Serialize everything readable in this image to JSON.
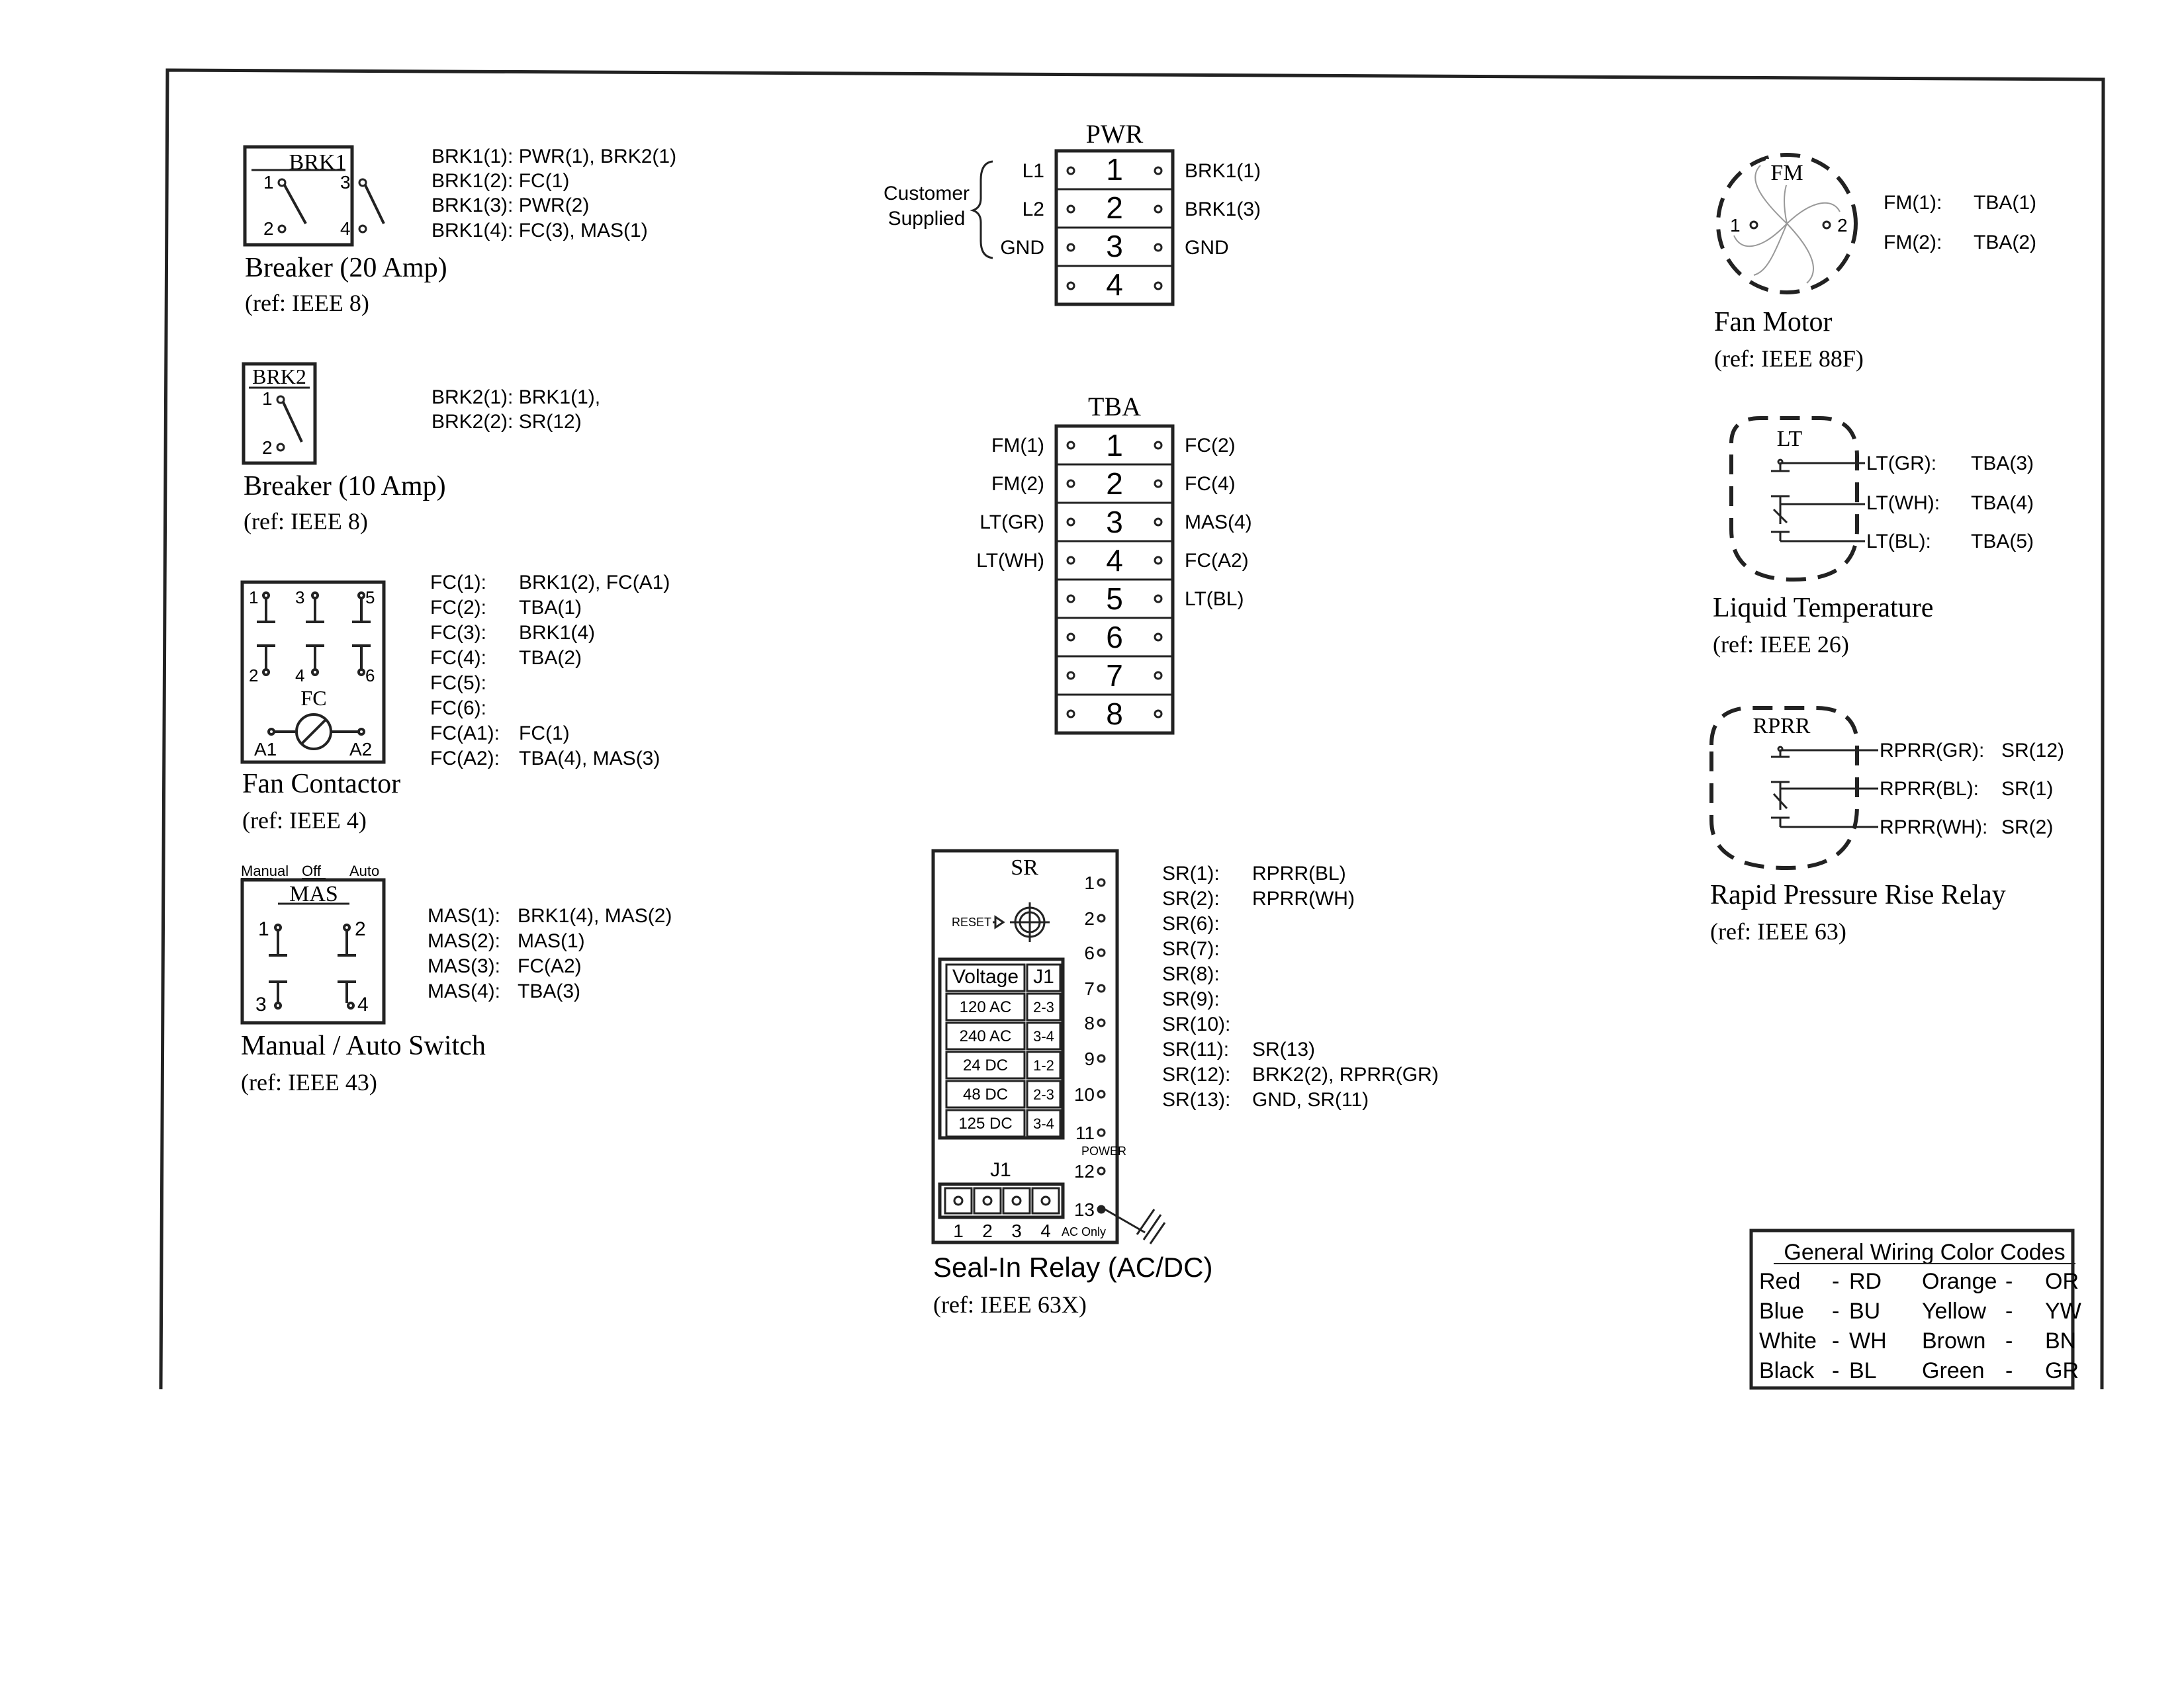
{
  "breaker20": {
    "tag": "BRK1",
    "terminals": [
      "1",
      "3",
      "2",
      "4"
    ],
    "title": "Breaker (20 Amp)",
    "ref": "(ref: IEEE 8)",
    "wiring": [
      "BRK1(1): PWR(1), BRK2(1)",
      "BRK1(2): FC(1)",
      "BRK1(3): PWR(2)",
      "BRK1(4): FC(3), MAS(1)"
    ]
  },
  "breaker10": {
    "tag": "BRK2",
    "terminals": [
      "1",
      "2"
    ],
    "title": "Breaker (10 Amp)",
    "ref": "(ref: IEEE 8)",
    "wiring": [
      "BRK2(1): BRK1(1),",
      "BRK2(2): SR(12)"
    ]
  },
  "fan_contactor": {
    "tag": "FC",
    "terminals": [
      "1",
      "3",
      "5",
      "2",
      "4",
      "6",
      "A1",
      "A2"
    ],
    "title": "Fan Contactor",
    "ref": "(ref: IEEE 4)",
    "wiring": [
      {
        "pin": "FC(1):",
        "to": "BRK1(2), FC(A1)"
      },
      {
        "pin": "FC(2):",
        "to": "TBA(1)"
      },
      {
        "pin": "FC(3):",
        "to": "BRK1(4)"
      },
      {
        "pin": "FC(4):",
        "to": "TBA(2)"
      },
      {
        "pin": "FC(5):",
        "to": ""
      },
      {
        "pin": "FC(6):",
        "to": ""
      },
      {
        "pin": "FC(A1):",
        "to": "FC(1)"
      },
      {
        "pin": "FC(A2):",
        "to": "TBA(4), MAS(3)"
      }
    ]
  },
  "mas": {
    "tag": "MAS",
    "positions": [
      "Manual",
      "Off",
      "Auto"
    ],
    "terminals": [
      "1",
      "2",
      "3",
      "4"
    ],
    "title": "Manual / Auto Switch",
    "ref": "(ref: IEEE 43)",
    "wiring": [
      {
        "pin": "MAS(1):",
        "to": "BRK1(4), MAS(2)"
      },
      {
        "pin": "MAS(2):",
        "to": "MAS(1)"
      },
      {
        "pin": "MAS(3):",
        "to": "FC(A2)"
      },
      {
        "pin": "MAS(4):",
        "to": "TBA(3)"
      }
    ]
  },
  "pwr": {
    "tag": "PWR",
    "supply_label": [
      "Customer",
      "Supplied"
    ],
    "terminals": [
      "1",
      "2",
      "3",
      "4"
    ],
    "left": [
      "L1",
      "L2",
      "GND",
      ""
    ],
    "right": [
      "BRK1(1)",
      "BRK1(3)",
      "GND",
      ""
    ]
  },
  "tba": {
    "tag": "TBA",
    "terminals": [
      "1",
      "2",
      "3",
      "4",
      "5",
      "6",
      "7",
      "8"
    ],
    "left": [
      "FM(1)",
      "FM(2)",
      "LT(GR)",
      "LT(WH)",
      "",
      "",
      "",
      ""
    ],
    "right": [
      "FC(2)",
      "FC(4)",
      "MAS(4)",
      "FC(A2)",
      "LT(BL)",
      "",
      "",
      ""
    ]
  },
  "seal_in": {
    "tag": "SR",
    "reset_label": "RESET",
    "table_header": [
      "Voltage",
      "J1"
    ],
    "table_rows": [
      [
        "120 AC",
        "2-3"
      ],
      [
        "240 AC",
        "3-4"
      ],
      [
        "24 DC",
        "1-2"
      ],
      [
        "48 DC",
        "2-3"
      ],
      [
        "125 DC",
        "3-4"
      ]
    ],
    "pins": [
      "1",
      "2",
      "6",
      "7",
      "8",
      "9",
      "10",
      "11",
      "12",
      "13"
    ],
    "power_label": "POWER",
    "ac_only": "AC Only",
    "j1_label": "J1",
    "j1_pins": [
      "1",
      "2",
      "3",
      "4"
    ],
    "title": "Seal-In Relay (AC/DC)",
    "ref": "(ref: IEEE 63X)",
    "wiring": [
      {
        "pin": "SR(1):",
        "to": "RPRR(BL)"
      },
      {
        "pin": "SR(2):",
        "to": "RPRR(WH)"
      },
      {
        "pin": "SR(6):",
        "to": ""
      },
      {
        "pin": "SR(7):",
        "to": ""
      },
      {
        "pin": "SR(8):",
        "to": ""
      },
      {
        "pin": "SR(9):",
        "to": ""
      },
      {
        "pin": "SR(10):",
        "to": ""
      },
      {
        "pin": "SR(11):",
        "to": "SR(13)"
      },
      {
        "pin": "SR(12):",
        "to": "BRK2(2), RPRR(GR)"
      },
      {
        "pin": "SR(13):",
        "to": "GND, SR(11)"
      }
    ]
  },
  "fan_motor": {
    "tag": "FM",
    "terminals": [
      "1",
      "2"
    ],
    "title": "Fan Motor",
    "ref": "(ref: IEEE 88F)",
    "wiring": [
      {
        "pin": "FM(1):",
        "to": "TBA(1)"
      },
      {
        "pin": "FM(2):",
        "to": "TBA(2)"
      }
    ]
  },
  "liquid_temp": {
    "tag": "LT",
    "title": "Liquid Temperature",
    "ref": "(ref: IEEE 26)",
    "wiring": [
      {
        "pin": "LT(GR):",
        "to": "TBA(3)"
      },
      {
        "pin": "LT(WH):",
        "to": "TBA(4)"
      },
      {
        "pin": "LT(BL):",
        "to": "TBA(5)"
      }
    ]
  },
  "rprr": {
    "tag": "RPRR",
    "title": "Rapid Pressure Rise Relay",
    "ref": "(ref: IEEE 63)",
    "wiring": [
      {
        "pin": "RPRR(GR):",
        "to": "SR(12)"
      },
      {
        "pin": "RPRR(BL):",
        "to": "SR(1)"
      },
      {
        "pin": "RPRR(WH):",
        "to": "SR(2)"
      }
    ]
  },
  "color_codes": {
    "title": "General Wiring Color Codes",
    "entries": [
      [
        "Red",
        "RD"
      ],
      [
        "Blue",
        "BU"
      ],
      [
        "White",
        "WH"
      ],
      [
        "Black",
        "BL"
      ],
      [
        "Orange",
        "OR"
      ],
      [
        "Yellow",
        "YW"
      ],
      [
        "Brown",
        "BN"
      ],
      [
        "Green",
        "GR"
      ]
    ]
  }
}
